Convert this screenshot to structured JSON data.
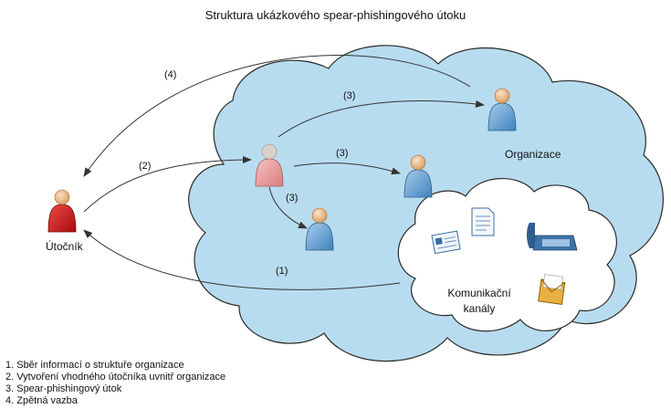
{
  "title": "Struktura ukázkového spear-phishingového útoku",
  "nodes": {
    "attacker": "Útočník",
    "organization": "Organizace",
    "channels_line1": "Komunikační",
    "channels_line2": "kanály"
  },
  "arrows": {
    "a1": "(1)",
    "a2": "(2)",
    "a3_top": "(3)",
    "a3_mid": "(3)",
    "a3_low": "(3)",
    "a4": "(4)"
  },
  "legend": [
    "1. Sběr informací o struktuře organizace",
    "2. Vytvoření vhodného útočníka uvnitř organizace",
    "3. Spear-phishingový útok",
    "4. Zpětná vazba"
  ],
  "colors": {
    "cloud_fill": "#b8dcef",
    "cloud_stroke": "#2b2b2b",
    "attacker": "#d81e1e",
    "compromised": "#f0a3a3",
    "employee": "#6fa8d6",
    "head": "#f3c89a"
  }
}
